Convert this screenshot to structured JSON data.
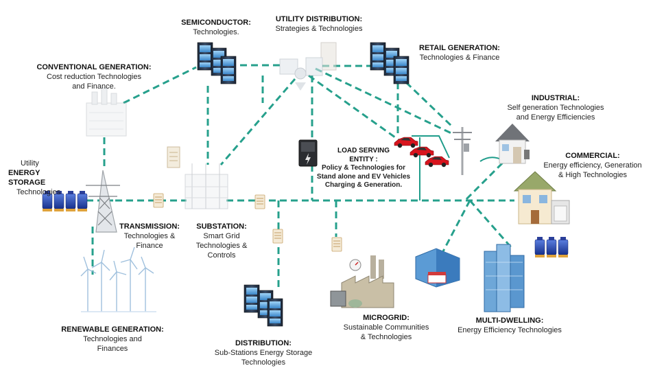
{
  "nodes": {
    "semiconductor": {
      "title": "SEMICONDUCTOR:",
      "sub": "Technologies."
    },
    "utility_distribution": {
      "title": "UTILITY DISTRIBUTION:",
      "sub": "Strategies & Technologies"
    },
    "retail_generation": {
      "title": "RETAIL GENERATION:",
      "sub": "Technologies & Finance"
    },
    "conventional_generation": {
      "title": "CONVENTIONAL GENERATION:",
      "sub1": "Cost reduction Technologies",
      "sub2": "and Finance."
    },
    "industrial": {
      "title": "INDUSTRIAL:",
      "sub1": "Self generation Technologies",
      "sub2": "and Energy Efficiencies"
    },
    "commercial": {
      "title": "COMMERCIAL:",
      "sub1": "Energy efficiency, Generation",
      "sub2": "& High Technologies"
    },
    "load_serving": {
      "title1": "LOAD SERVING",
      "title2": "ENTITY :",
      "sub1": "Policy &  Technologies for",
      "sub2": "Stand alone and EV Vehicles",
      "sub3": "Charging & Generation."
    },
    "energy_storage": {
      "pre": "Utility",
      "title": "ENERGY STORAGE",
      "sub": "Technologies"
    },
    "transmission": {
      "title": "TRANSMISSION:",
      "sub1": "Technologies &",
      "sub2": "Finance"
    },
    "substation": {
      "title": "SUBSTATION:",
      "sub1": "Smart Grid",
      "sub2": "Technologies &",
      "sub3": "Controls"
    },
    "renewable_generation": {
      "title": "RENEWABLE GENERATION:",
      "sub1": "Technologies and",
      "sub2": "Finances"
    },
    "distribution": {
      "title": "DISTRIBUTION:",
      "sub1": "Sub-Stations Energy Storage",
      "sub2": "Technologies"
    },
    "microgrid": {
      "title": "MICROGRID:",
      "sub1": "Sustainable Communities",
      "sub2": "& Technologies"
    },
    "multi_dwelling": {
      "title": "MULTI-DWELLING:",
      "sub": "Energy Efficiency Technologies"
    }
  },
  "colors": {
    "connector": "#26a08c",
    "solid_line": "#1e9c8a"
  },
  "icons": [
    "server-rack-icon",
    "power-plant-icon",
    "transmission-tower-icon",
    "battery-bank-icon",
    "substation-icon",
    "wind-turbine-icon",
    "factory-icon",
    "house-icon",
    "office-building-icon",
    "apartment-tower-icon",
    "electric-car-icon",
    "utility-pole-icon",
    "meter-icon",
    "charger-icon"
  ]
}
